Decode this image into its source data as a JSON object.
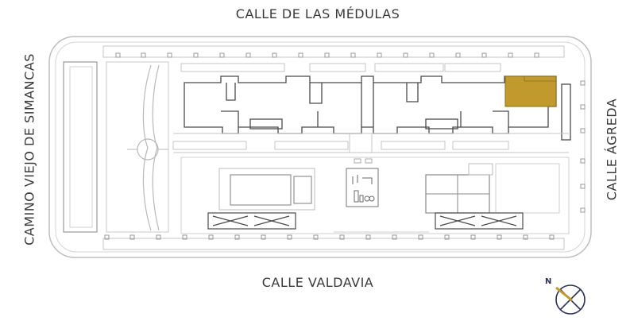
{
  "streets": {
    "top": "CALLE DE LAS MÉDULAS",
    "bottom": "CALLE VALDAVIA",
    "left": "CAMINO VIEJO DE SIMANCAS",
    "right": "CALLE ÁGREDA"
  },
  "compass": {
    "label": "N"
  },
  "colors": {
    "highlight": "#c19a2e",
    "line": "#4a4a4a",
    "light_line": "#bdbdbd",
    "compass": "#2c3057",
    "compass_needle": "#c19a2e"
  }
}
